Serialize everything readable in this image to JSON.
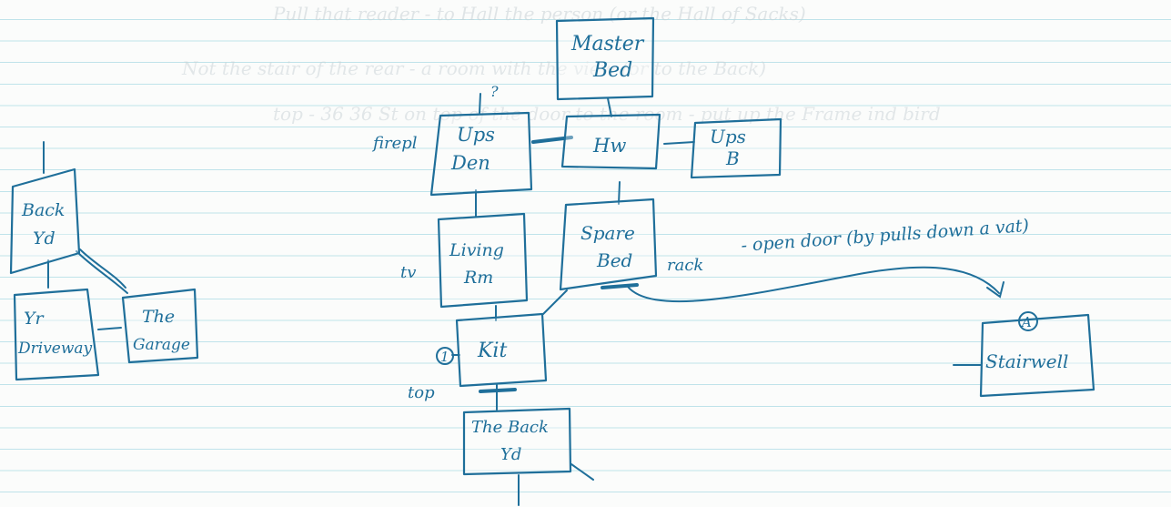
{
  "colors": {
    "ink": "#1f6f9a",
    "paper": "#fbfcfb",
    "rule": "#bfe3ea"
  },
  "rooms": {
    "master_bed": [
      "Master",
      "Bed"
    ],
    "ups_den": [
      "Ups",
      "Den"
    ],
    "hw": [
      "Hw"
    ],
    "ups_b": [
      "Ups",
      "B"
    ],
    "living_rm": [
      "Living",
      "Rm"
    ],
    "spare_bed": [
      "Spare",
      "Bed"
    ],
    "kit": [
      "Kit"
    ],
    "back_yd_bottom": [
      "The Back",
      "Yd"
    ],
    "stairwell": [
      "Stairwell"
    ],
    "back_yd_left": [
      "Back",
      "Yd"
    ],
    "driveway": [
      "Yr",
      "Driveway"
    ],
    "garage": [
      "The",
      "Garage"
    ]
  },
  "labels": {
    "question_mark": "?",
    "fireplace": "firepl",
    "tv": "tv",
    "rack": "rack",
    "top": "top",
    "circle_one": "1",
    "circle_a": "A",
    "open_door_note": "- open door (by pulls down a vat)"
  },
  "faded_text": [
    "Pull that reader - to Hall the person (or the Hall of Sacks)",
    "Not the stair of the rear - a room with the view (or to the Back)",
    "top - 36 36 St on top of the door to the room - put up the Frame ind bird"
  ]
}
